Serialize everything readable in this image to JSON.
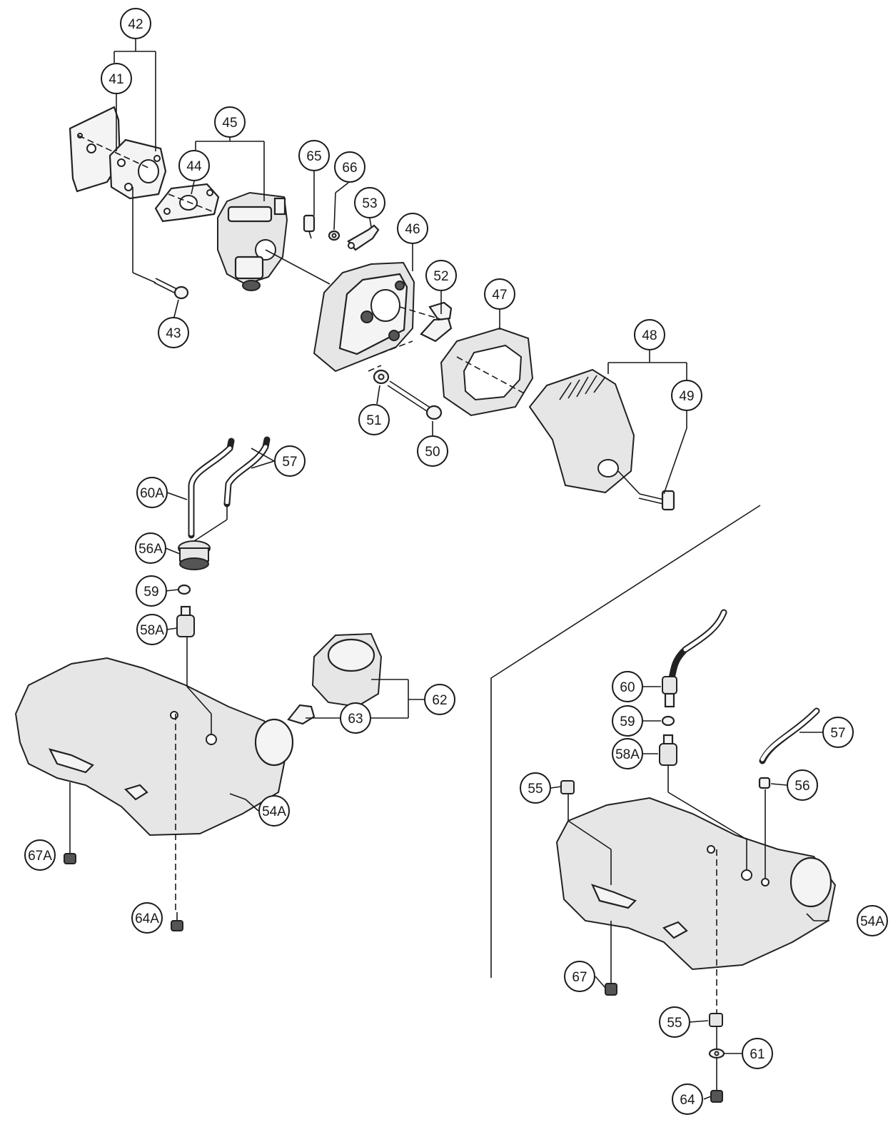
{
  "callouts": {
    "c41": "41",
    "c42": "42",
    "c43": "43",
    "c44": "44",
    "c45": "45",
    "c46": "46",
    "c47": "47",
    "c48": "48",
    "c49": "49",
    "c50": "50",
    "c51": "51",
    "c52": "52",
    "c53": "53",
    "c65": "65",
    "c66": "66",
    "c57a": "57",
    "c60a": "60A",
    "c56a": "56A",
    "c59a": "59",
    "c58a_a": "58A",
    "c62": "62",
    "c63": "63",
    "c54a_a": "54A",
    "c67a": "67A",
    "c64a": "64A",
    "c60": "60",
    "c59b": "59",
    "c58a_b": "58A",
    "c57b": "57",
    "c55a": "55",
    "c56": "56",
    "c54a_b": "54A",
    "c67": "67",
    "c55b": "55",
    "c61": "61",
    "c64": "64"
  }
}
